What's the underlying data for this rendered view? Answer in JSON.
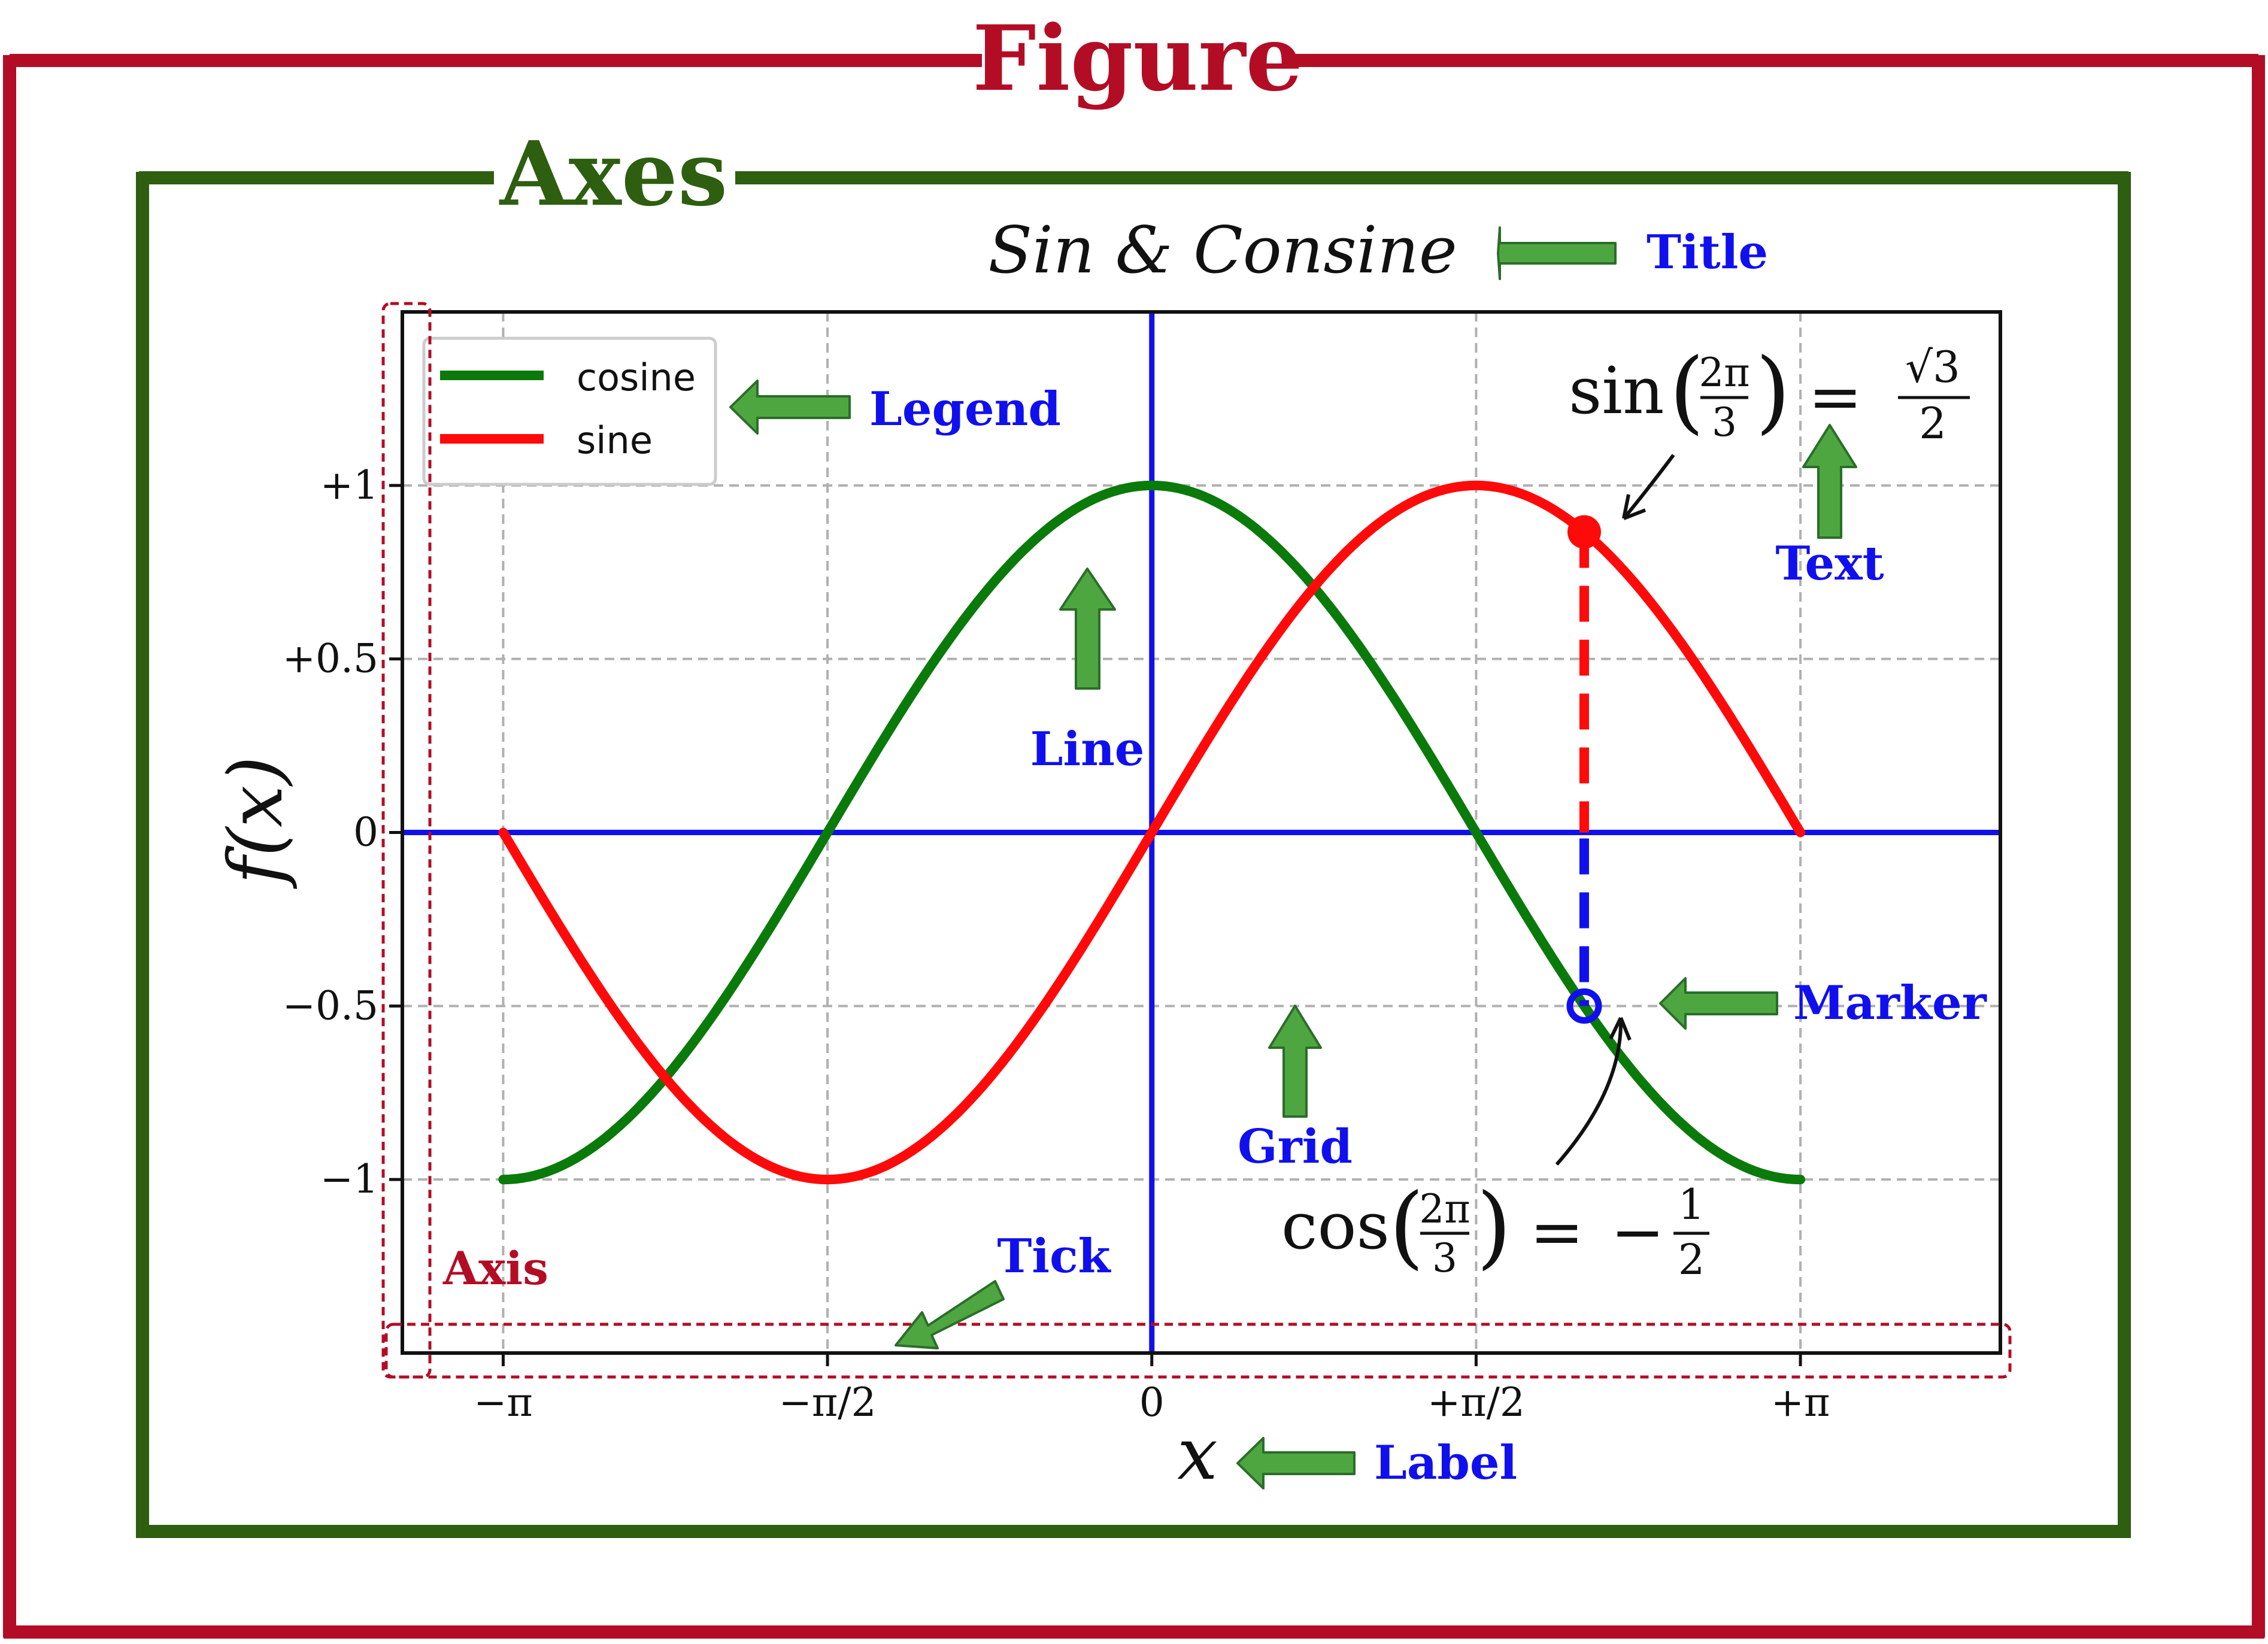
{
  "figure_label": "Figure",
  "axes_label": "Axes",
  "colors": {
    "figure_frame": "#b30d25",
    "axes_frame": "#2e5e0f",
    "callout_text": "#1010ee",
    "axis_box": "#b30d25",
    "arrow_fill": "#4ea640",
    "cosine": "#0a7a0a",
    "sine": "#ff0a0a",
    "zero_lines": "#1010ee"
  },
  "callouts": {
    "title": "Title",
    "legend": "Legend",
    "line": "Line",
    "text": "Text",
    "marker": "Marker",
    "grid": "Grid",
    "tick": "Tick",
    "axis": "Axis",
    "label": "Label"
  },
  "chart_data": {
    "type": "line",
    "title": "Sin & Consine",
    "xlabel": "x",
    "ylabel": "f(x)",
    "xlim": [
      -3.63,
      4.11
    ],
    "ylim": [
      -1.5,
      1.5
    ],
    "grid": true,
    "legend_placement": "top-left",
    "x_ticks": [
      {
        "value": -3.14159,
        "label": "−π"
      },
      {
        "value": -1.5708,
        "label": "−π/2"
      },
      {
        "value": 0,
        "label": "0"
      },
      {
        "value": 1.5708,
        "label": "+π/2"
      },
      {
        "value": 3.14159,
        "label": "+π"
      }
    ],
    "y_ticks": [
      {
        "value": 1,
        "label": "+1"
      },
      {
        "value": 0.5,
        "label": "+0.5"
      },
      {
        "value": 0,
        "label": "0"
      },
      {
        "value": -0.5,
        "label": "−0.5"
      },
      {
        "value": -1,
        "label": "−1"
      }
    ],
    "series": [
      {
        "name": "cosine",
        "function": "cos",
        "x_range": [
          -3.14159,
          3.14159
        ],
        "color": "#0a7a0a"
      },
      {
        "name": "sine",
        "function": "sin",
        "x_range": [
          -3.14159,
          3.14159
        ],
        "color": "#ff0a0a"
      }
    ],
    "reference_lines": {
      "x": 0,
      "y": 0,
      "color": "#1010ee"
    },
    "markers": [
      {
        "x": 2.0944,
        "y": 0.866,
        "color": "#ff0a0a",
        "filled": true
      },
      {
        "x": 2.0944,
        "y": -0.5,
        "color": "#1010ee",
        "filled": false
      }
    ],
    "annotations": {
      "sin_text": {
        "lhs": "sin",
        "num": "2π",
        "den": "3",
        "rhs": "√3",
        "rhs_den": "2"
      },
      "cos_text": {
        "lhs": "cos",
        "num": "2π",
        "den": "3",
        "rhs_sign": "−",
        "rhs_num": "1",
        "rhs_den": "2"
      }
    }
  }
}
